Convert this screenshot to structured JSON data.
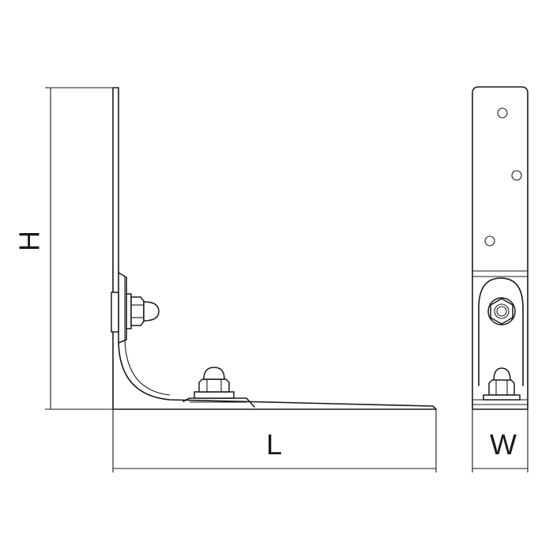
{
  "labels": {
    "height": "H",
    "length": "L",
    "width": "W"
  },
  "colors": {
    "line": "#1a1a1a",
    "background": "#ffffff"
  }
}
